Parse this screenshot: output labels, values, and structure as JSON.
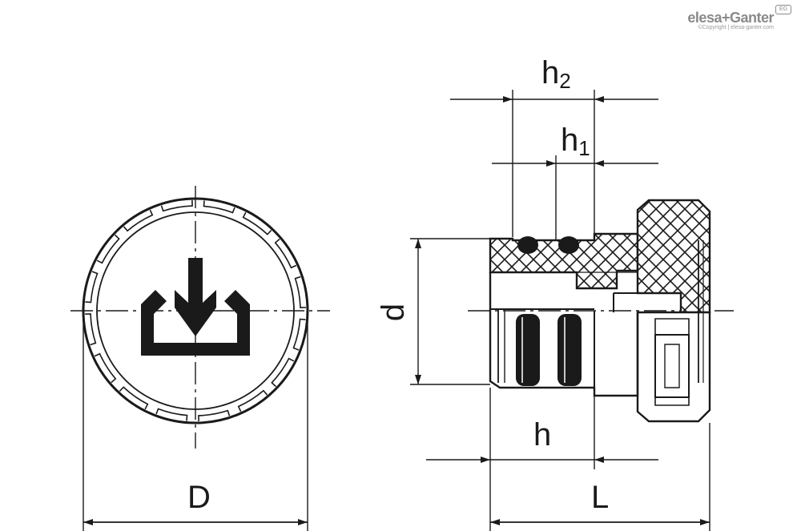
{
  "brand": {
    "name": "elesa+Ganter",
    "copyright": "©Copyright | elesa-ganter.com",
    "badge": "EG"
  },
  "dimensions": {
    "h2": {
      "main": "h",
      "sub": "2"
    },
    "h1": {
      "main": "h",
      "sub": "1"
    },
    "d": "d",
    "h": "h",
    "D": "D",
    "L": "L"
  }
}
